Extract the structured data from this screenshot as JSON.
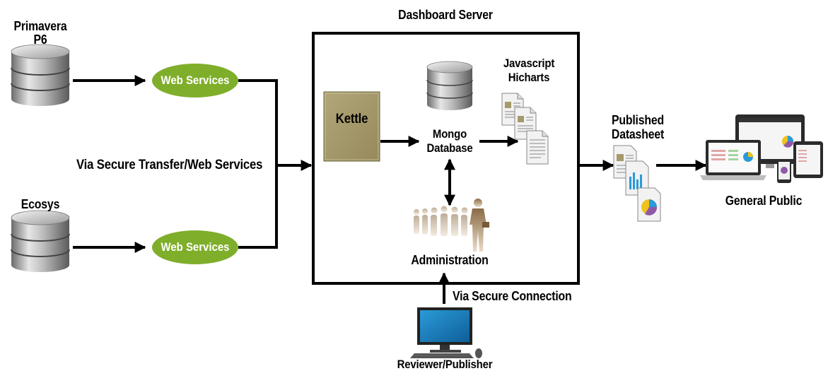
{
  "sources": {
    "primavera_label": "Primavera\nP6",
    "ecosys_label": "Ecosys"
  },
  "web_services": {
    "top_label": "Web Services",
    "bottom_label": "Web Services"
  },
  "transfer_label": "Via Secure Transfer/Web Services",
  "server": {
    "title": "Dashboard Server",
    "kettle_label": "Kettle",
    "mongo_label": "Mongo\nDatabase",
    "javascript_label": "Javascript\nHicharts",
    "admin_label": "Administration"
  },
  "published_label": "Published\nDatasheet",
  "public_label": "General Public",
  "secure_connection_label": "Via Secure Connection",
  "reviewer_label": "Reviewer/Publisher",
  "colors": {
    "ellipse_green": "#7fae2a",
    "kettle_fill": "#a59a6c",
    "monitor_blue": "#1e82c4",
    "arrow": "#000000"
  },
  "icons": {
    "database": "database-icon",
    "documents": "documents-icon",
    "people": "people-silhouettes-icon",
    "devices": "devices-icon",
    "computer": "desktop-computer-icon"
  }
}
